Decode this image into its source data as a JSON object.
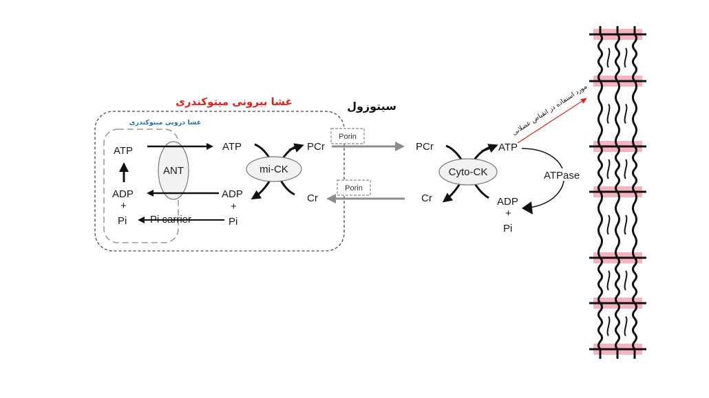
{
  "labels": {
    "outer_membrane": "غشا بیرونی میتوکندری",
    "inner_membrane": "غشا درونی میتوکندری",
    "cytosol": "سیتوزول",
    "usage_note": "مورد استفاده در انقباض عضلانی",
    "atp_in": "ATP",
    "adp_in": "ADP",
    "plus_in": "+",
    "pi_in": "Pi",
    "ant": "ANT",
    "pi_carrier": "Pi carrier",
    "atp_mid": "ATP",
    "adp_mid": "ADP",
    "plus_mid": "+",
    "pi_mid": "Pi",
    "mi_ck": "mi-CK",
    "pcr_mito": "PCr",
    "cr_mito": "Cr",
    "porin_top": "Porin",
    "porin_bottom": "Porin",
    "pcr_cyto": "PCr",
    "cr_cyto": "Cr",
    "cyto_ck": "Cyto-CK",
    "atp_cyto": "ATP",
    "adp_cyto": "ADP",
    "plus_cyto": "+",
    "pi_cyto": "Pi",
    "atpase": "ATPase"
  },
  "colors": {
    "outer_membrane_text": "#e0241b",
    "inner_membrane_text": "#1f6fb3",
    "arrow_red": "#e0241b",
    "porin_flux": "#8c8c8c",
    "sarcomere_pink": "#f2a6b4"
  },
  "icons": {
    "myofibril": "sarcomere-icon"
  }
}
